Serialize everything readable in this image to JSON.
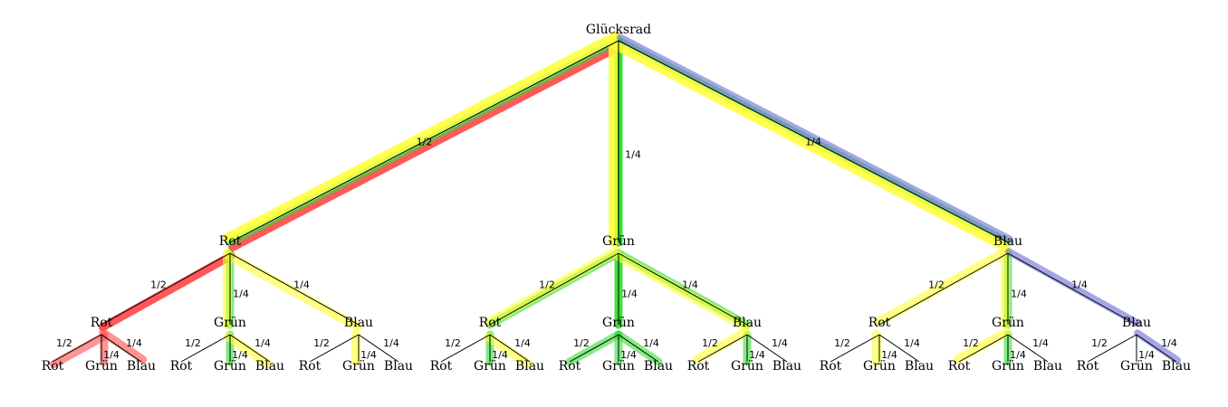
{
  "colors": {
    "rot": "#ff4d4d",
    "gruen": "#33dd33",
    "gelb": "#ffff33",
    "blau": "#6b6bd6",
    "line": "#000000"
  },
  "root": {
    "label": "Glücksrad"
  },
  "level1": [
    {
      "label": "Rot",
      "prob": "1/2",
      "children": [
        {
          "label": "Rot",
          "prob": "1/2",
          "children": [
            {
              "label": "Rot",
              "prob": "1/2"
            },
            {
              "label": "Grün",
              "prob": "1/4"
            },
            {
              "label": "Blau",
              "prob": "1/4"
            }
          ]
        },
        {
          "label": "Grün",
          "prob": "1/4",
          "children": [
            {
              "label": "Rot",
              "prob": "1/2"
            },
            {
              "label": "Grün",
              "prob": "1/4"
            },
            {
              "label": "Blau",
              "prob": "1/4"
            }
          ]
        },
        {
          "label": "Blau",
          "prob": "1/4",
          "children": [
            {
              "label": "Rot",
              "prob": "1/2"
            },
            {
              "label": "Grün",
              "prob": "1/4"
            },
            {
              "label": "Blau",
              "prob": "1/4"
            }
          ]
        }
      ]
    },
    {
      "label": "Grün",
      "prob": "1/4",
      "children": [
        {
          "label": "Rot",
          "prob": "1/2",
          "children": [
            {
              "label": "Rot",
              "prob": "1/2"
            },
            {
              "label": "Grün",
              "prob": "1/4"
            },
            {
              "label": "Blau",
              "prob": "1/4"
            }
          ]
        },
        {
          "label": "Grün",
          "prob": "1/4",
          "children": [
            {
              "label": "Rot",
              "prob": "1/2"
            },
            {
              "label": "Grün",
              "prob": "1/4"
            },
            {
              "label": "Blau",
              "prob": "1/4"
            }
          ]
        },
        {
          "label": "Blau",
          "prob": "1/4",
          "children": [
            {
              "label": "Rot",
              "prob": "1/2"
            },
            {
              "label": "Grün",
              "prob": "1/4"
            },
            {
              "label": "Blau",
              "prob": "1/4"
            }
          ]
        }
      ]
    },
    {
      "label": "Blau",
      "prob": "1/4",
      "children": [
        {
          "label": "Rot",
          "prob": "1/2",
          "children": [
            {
              "label": "Rot",
              "prob": "1/2"
            },
            {
              "label": "Grün",
              "prob": "1/4"
            },
            {
              "label": "Blau",
              "prob": "1/4"
            }
          ]
        },
        {
          "label": "Grün",
          "prob": "1/4",
          "children": [
            {
              "label": "Rot",
              "prob": "1/2"
            },
            {
              "label": "Grün",
              "prob": "1/4"
            },
            {
              "label": "Blau",
              "prob": "1/4"
            }
          ]
        },
        {
          "label": "Blau",
          "prob": "1/4",
          "children": [
            {
              "label": "Rot",
              "prob": "1/2"
            },
            {
              "label": "Grün",
              "prob": "1/4"
            },
            {
              "label": "Blau",
              "prob": "1/4"
            }
          ]
        }
      ]
    }
  ],
  "highlights": [
    {
      "color": "rot",
      "paths": [
        [
          0,
          0,
          0
        ],
        [
          0,
          0,
          1
        ],
        [
          0,
          0,
          2
        ]
      ]
    },
    {
      "color": "gruen",
      "paths": [
        [
          0,
          1,
          1
        ],
        [
          1,
          0,
          1
        ],
        [
          1,
          1,
          0
        ],
        [
          1,
          1,
          1
        ],
        [
          1,
          1,
          2
        ],
        [
          1,
          2,
          1
        ],
        [
          2,
          1,
          1
        ]
      ]
    },
    {
      "color": "gelb",
      "paths": [
        [
          0,
          1,
          2
        ],
        [
          0,
          2,
          1
        ],
        [
          1,
          0,
          2
        ],
        [
          1,
          2,
          0
        ],
        [
          2,
          0,
          1
        ],
        [
          2,
          1,
          0
        ]
      ]
    },
    {
      "color": "blau",
      "paths": [
        [
          2,
          2,
          2
        ]
      ]
    }
  ]
}
